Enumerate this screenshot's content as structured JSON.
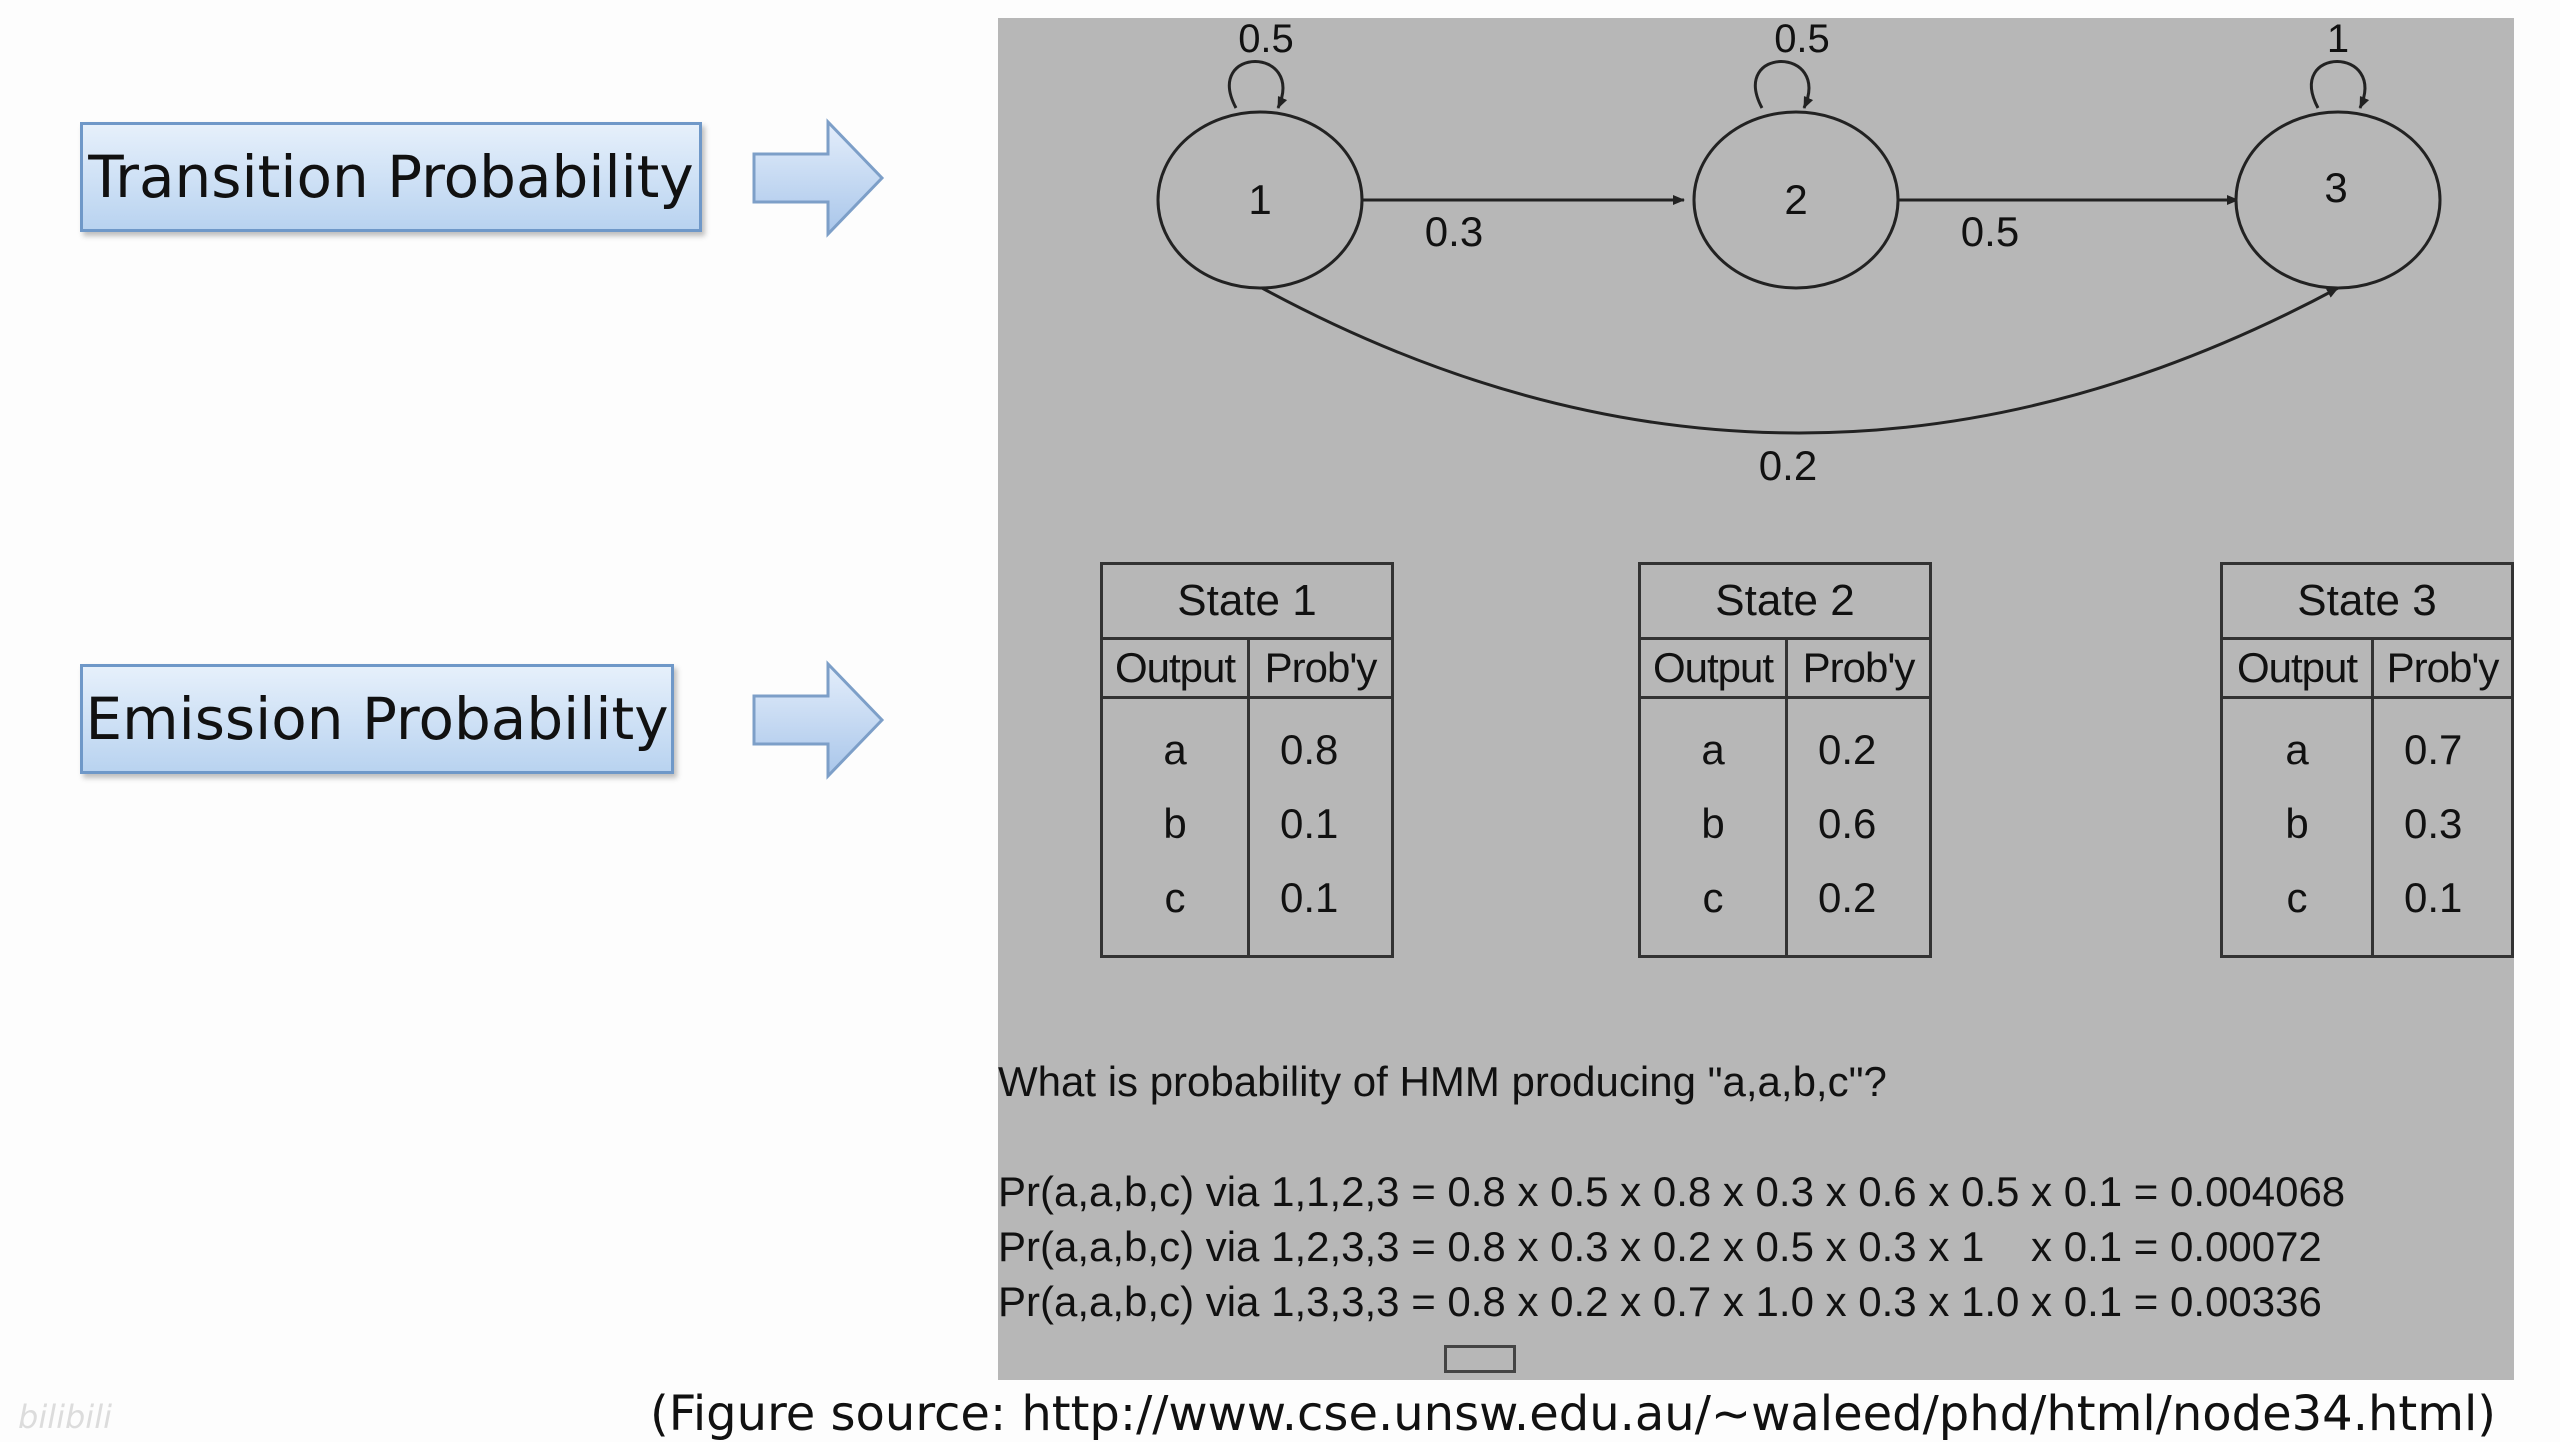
{
  "labels": {
    "transition": "Transition Probability",
    "emission": "Emission Probability"
  },
  "diagram": {
    "states": [
      "1",
      "2",
      "3"
    ],
    "self_loops": [
      "0.5",
      "0.5",
      "1"
    ],
    "edges": {
      "s1_s2": "0.3",
      "s2_s3": "0.5",
      "s1_s3": "0.2"
    }
  },
  "emission_tables": [
    {
      "title": "State 1",
      "col_output": "Output",
      "col_prob": "Prob'y",
      "rows": [
        {
          "out": "a",
          "p": "0.8"
        },
        {
          "out": "b",
          "p": "0.1"
        },
        {
          "out": "c",
          "p": "0.1"
        }
      ]
    },
    {
      "title": "State 2",
      "col_output": "Output",
      "col_prob": "Prob'y",
      "rows": [
        {
          "out": "a",
          "p": "0.2"
        },
        {
          "out": "b",
          "p": "0.6"
        },
        {
          "out": "c",
          "p": "0.2"
        }
      ]
    },
    {
      "title": "State 3",
      "col_output": "Output",
      "col_prob": "Prob'y",
      "rows": [
        {
          "out": "a",
          "p": "0.7"
        },
        {
          "out": "b",
          "p": "0.3"
        },
        {
          "out": "c",
          "p": "0.1"
        }
      ]
    }
  ],
  "question": "What is probability of HMM producing \"a,a,b,c\"?",
  "calculations": [
    "Pr(a,a,b,c) via 1,1,2,3 = 0.8 x 0.5 x 0.8 x 0.3 x 0.6 x 0.5 x 0.1 = 0.004068",
    "Pr(a,a,b,c) via 1,2,3,3 = 0.8 x 0.3 x 0.2 x 0.5 x 0.3 x 1    x 0.1 = 0.00072",
    "Pr(a,a,b,c) via 1,3,3,3 = 0.8 x 0.2 x 0.7 x 1.0 x 0.3 x 1.0 x 0.1 = 0.00336"
  ],
  "source": "(Figure source: http://www.cse.unsw.edu.au/~waleed/phd/html/node34.html)",
  "watermark": "bilibili",
  "colors": {
    "figure_bg": "#b7b7b7",
    "label_border": "#6f98c8",
    "arrow_fill": "#c3d8f2"
  }
}
